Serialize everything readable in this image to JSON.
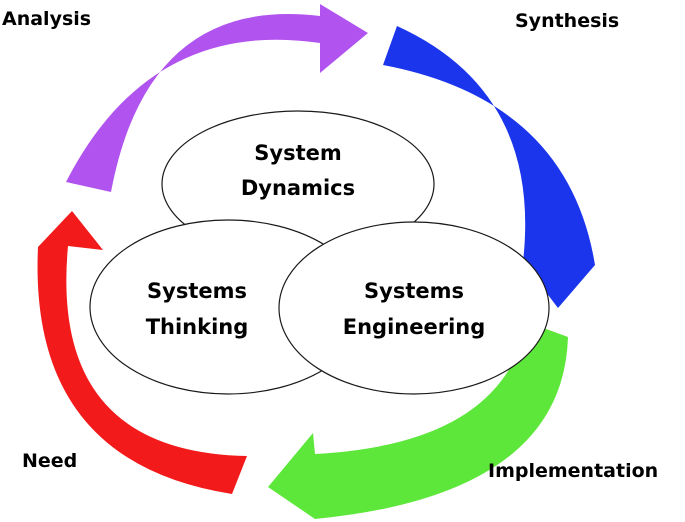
{
  "stages": {
    "analysis": "Analysis",
    "synthesis": "Synthesis",
    "implementation": "Implementation",
    "need": "Need"
  },
  "disciplines": {
    "system_dynamics": {
      "line1": "System",
      "line2": "Dynamics"
    },
    "systems_thinking": {
      "line1": "Systems",
      "line2": "Thinking"
    },
    "systems_engineering": {
      "line1": "Systems",
      "line2": "Engineering"
    }
  },
  "colors": {
    "analysis_arrow": "#b154ef",
    "synthesis_arrow": "#1b35ec",
    "implementation_arrow": "#5de73a",
    "need_arrow": "#f21a1a"
  }
}
